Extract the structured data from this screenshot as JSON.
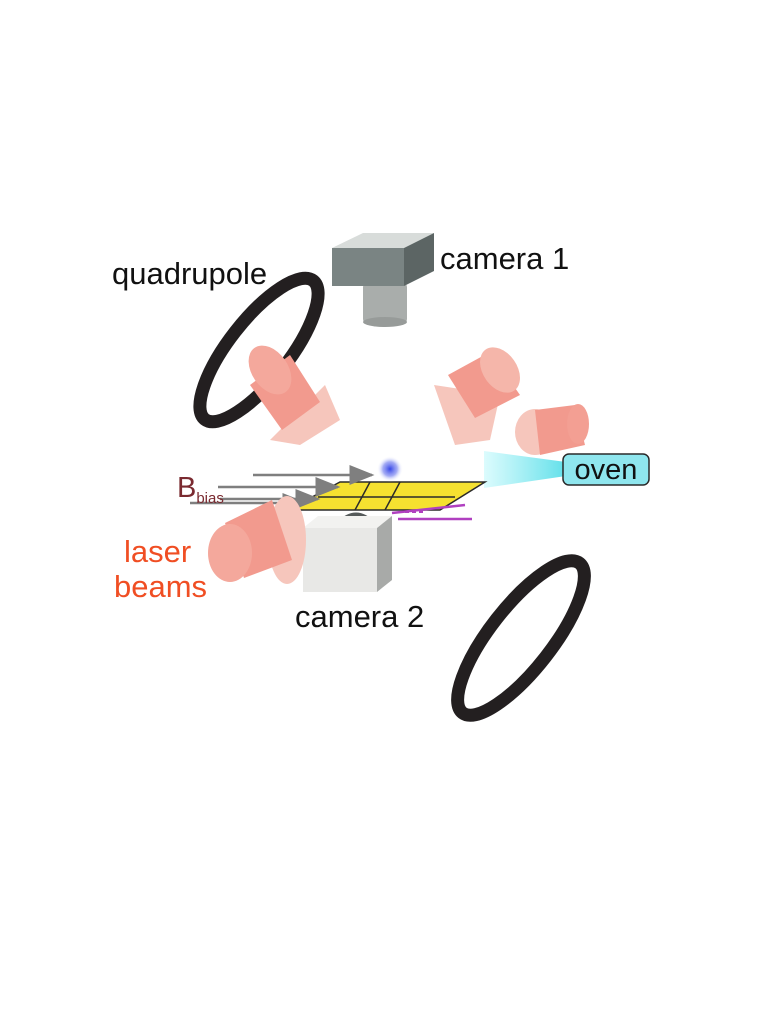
{
  "labels": {
    "quadrupole": "quadrupole",
    "camera1": "camera 1",
    "camera2": "camera 2",
    "oven": "oven",
    "bias_main": "B",
    "bias_sub": "bias",
    "laser_line1": "laser",
    "laser_line2": "beams"
  },
  "colors": {
    "laser_fill": "#f29a8e",
    "laser_light": "#f7c4bb",
    "laser_text": "#f04e23",
    "coil": "#231f20",
    "camera1_front": "#7a8483",
    "camera2_front": "#e8e8e6",
    "chip": "#f5e130",
    "oven_fill": "#8fe6ee",
    "bias_text": "#7a2a30",
    "arrow": "#7f7f7f",
    "wire": "#b040c0",
    "cloud": "#4b5be0"
  },
  "icons": [
    "coil-ring-icon",
    "camera-box-icon",
    "laser-beam-icon",
    "atom-cloud-icon",
    "atom-chip-icon",
    "oven-icon"
  ]
}
